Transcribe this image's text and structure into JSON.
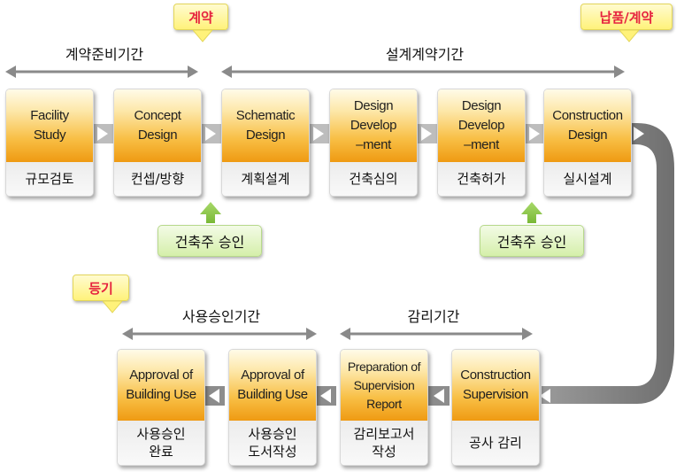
{
  "colors": {
    "accent_red": "#e6233f",
    "box_orange": "#f3a82a",
    "approval_green": "#d5efaa",
    "callout_yellow": "#fff27a",
    "flow_gray": "#7d7d7d"
  },
  "periods": {
    "prep": "계약준비기간",
    "design": "설계계약기간",
    "supervision": "감리기간",
    "use_approval": "사용승인기간"
  },
  "callouts": {
    "contract": "계약",
    "delivery": "납품/계약",
    "registration": "등기"
  },
  "approvals": {
    "owner_1": "건축주 승인",
    "owner_2": "건축주 승인"
  },
  "top_steps": [
    {
      "en": "Facility\nStudy",
      "ko": "규모검토"
    },
    {
      "en": "Concept\nDesign",
      "ko": "컨셉/방향"
    },
    {
      "en": "Schematic\nDesign",
      "ko": "계획설계"
    },
    {
      "en": "Design\nDevelop\n–ment",
      "ko": "건축심의"
    },
    {
      "en": "Design\nDevelop\n–ment",
      "ko": "건축허가"
    },
    {
      "en": "Construction\nDesign",
      "ko": "실시설계"
    }
  ],
  "bottom_steps": [
    {
      "en": "Approval of\nBuilding Use",
      "ko": "사용승인\n완료"
    },
    {
      "en": "Approval of\nBuilding Use",
      "ko": "사용승인\n도서작성"
    },
    {
      "en": "Preparation of\nSupervision\nReport",
      "ko": "감리보고서\n작성"
    },
    {
      "en": "Construction\nSupervision",
      "ko": "공사 감리"
    }
  ]
}
